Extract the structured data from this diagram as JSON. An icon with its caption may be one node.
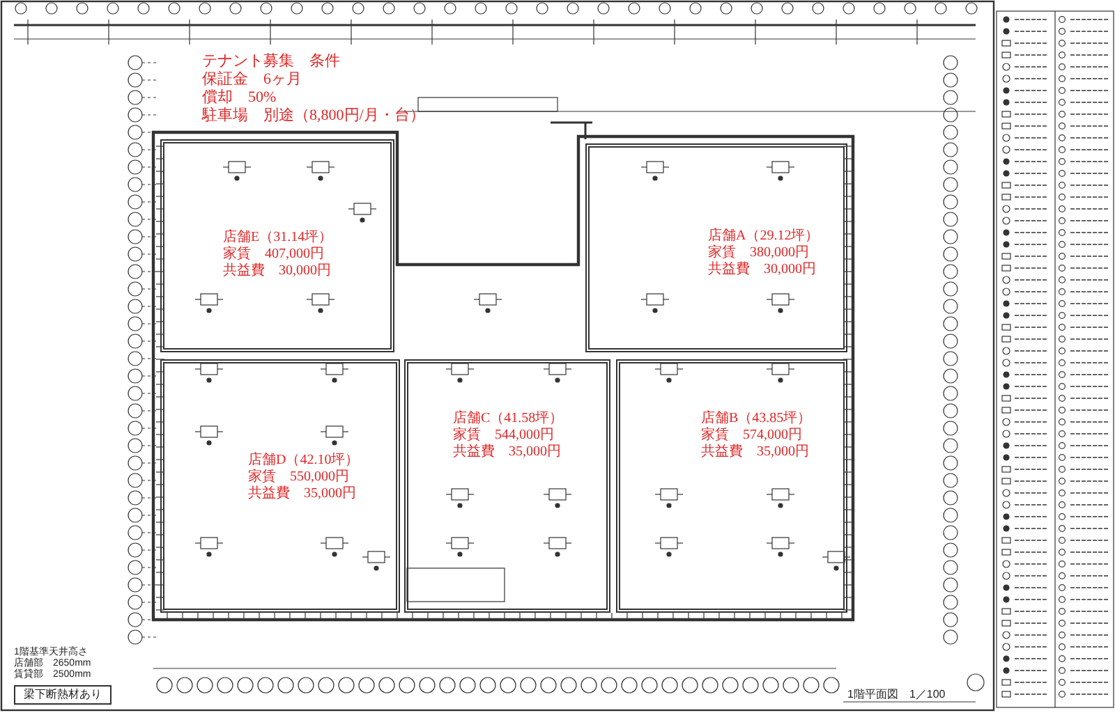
{
  "diagram": {
    "title": "1階平面図　1／100",
    "nodes": [
      {
        "text": [
          "店舗E（31.14坪）",
          "家賃　407,000円",
          "共益費　30,000円"
        ]
      },
      {
        "text": [
          "店舗A（29.12坪）",
          "家賃　380,000円",
          "共益費　30,000円"
        ]
      },
      {
        "text": [
          "店舗C（41.58坪）",
          "家賃　544,000円",
          "共益費　35,000円"
        ]
      },
      {
        "text": [
          "店舗B（43.85坪）",
          "家賃　574,000円",
          "共益費　35,000円"
        ]
      },
      {
        "text": [
          "店舗D（42.10坪）",
          "家賃　550,000円",
          "共益費　35,000円"
        ]
      }
    ],
    "labels": [
      "テナント募集　条件",
      "保証金　6ヶ月",
      "償却　50%",
      "駐車場　別途（8,800円/月・台）",
      "1階基準天井高さ",
      "店舗部　2650mm",
      "賃貸部　2500mm",
      "梁下断熱材あり"
    ]
  }
}
